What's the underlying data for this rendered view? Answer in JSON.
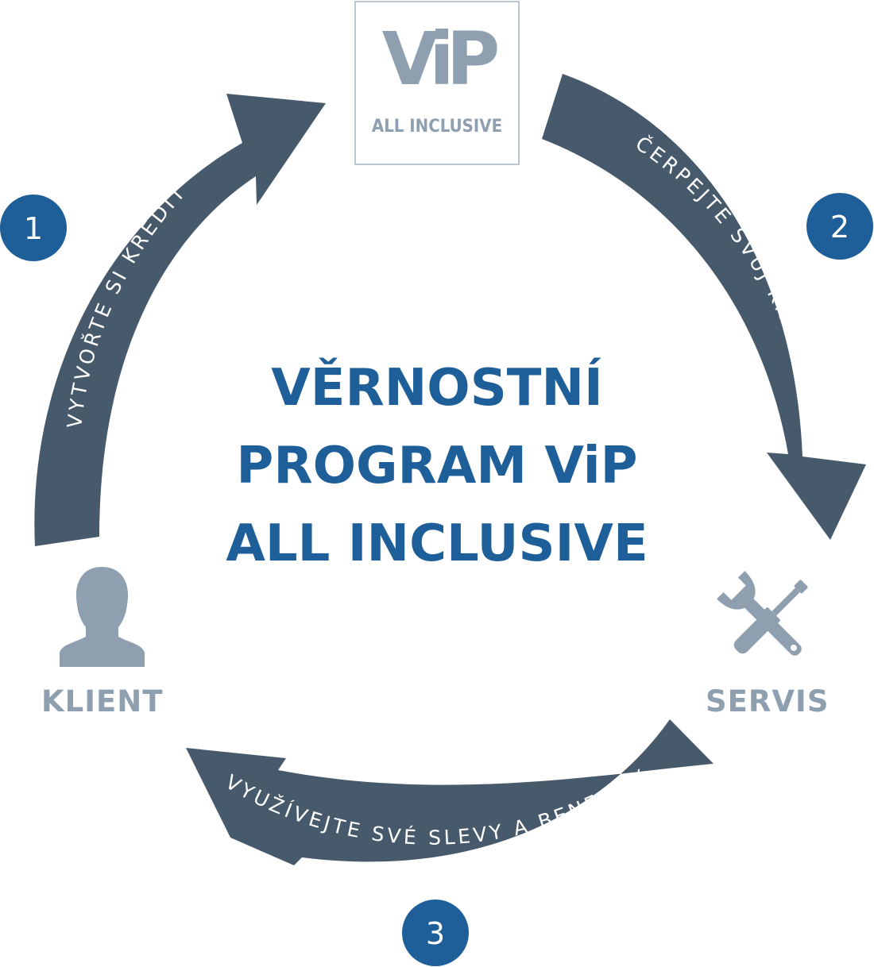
{
  "logo": {
    "brand": "ViP",
    "subtitle": "ALL INCLUSIVE"
  },
  "title": {
    "line1": "VĚRNOSTNÍ",
    "line2": "PROGRAM ViP",
    "line3": "ALL INCLUSIVE"
  },
  "steps": [
    {
      "number": "1",
      "text": "VYTVOŘTE SI KREDIT"
    },
    {
      "number": "2",
      "text": "ČERPEJTE SVŮJ KREDIT"
    },
    {
      "number": "3",
      "text": "VYUŽÍVEJTE SVÉ SLEVY A BENEFITY"
    }
  ],
  "nodes": {
    "client": {
      "label": "KLIENT",
      "icon": "person-icon"
    },
    "service": {
      "label": "SERVIS",
      "icon": "tools-icon"
    }
  },
  "colors": {
    "arrow": "#475a6b",
    "badge": "#1f5f99",
    "title": "#1f5f99",
    "icon": "#8e9fb0",
    "logo_border": "#bcc6cf",
    "arrow_text": "#ffffff"
  }
}
